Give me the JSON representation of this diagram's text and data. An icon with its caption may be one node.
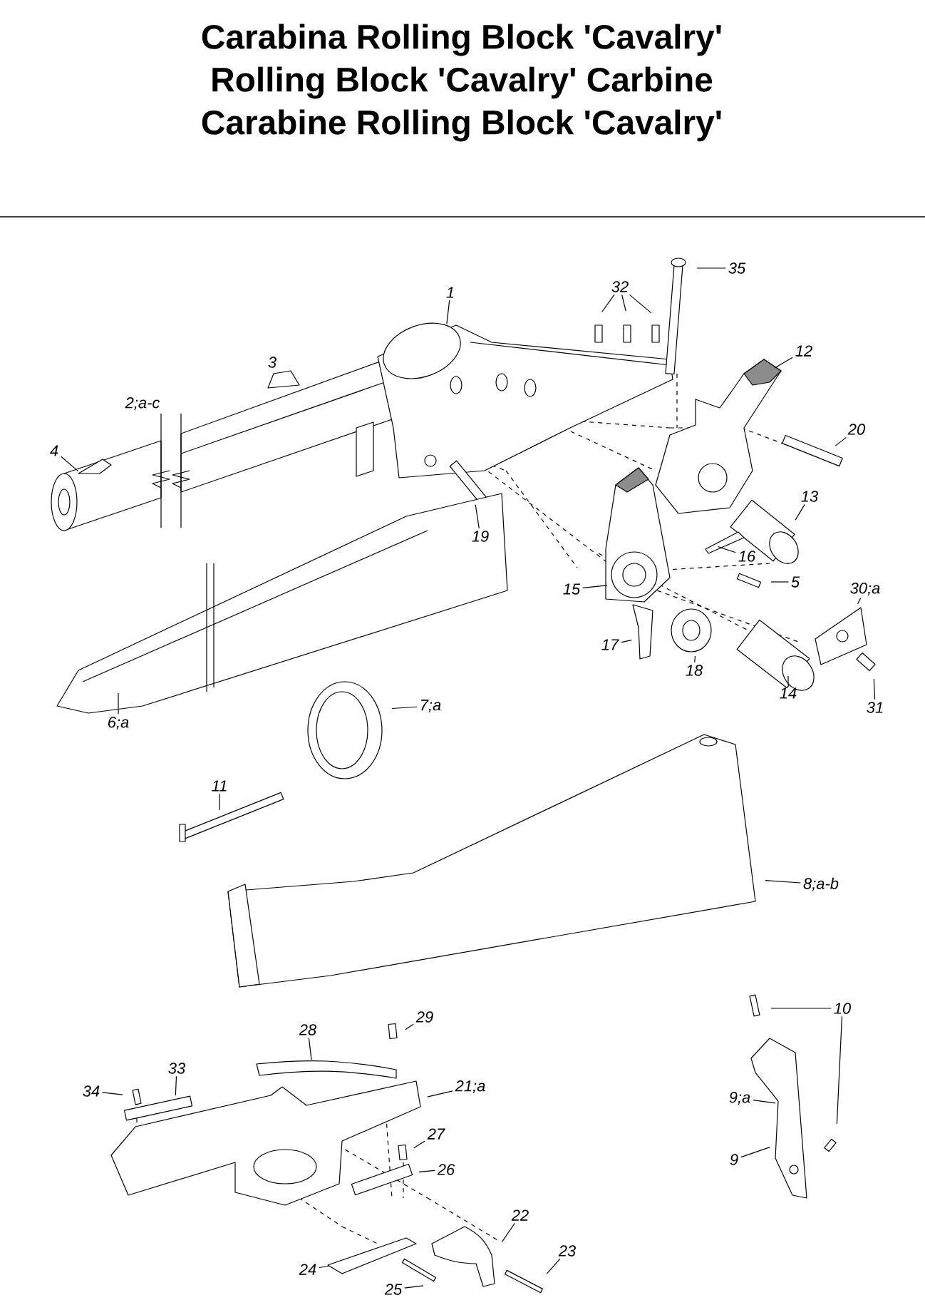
{
  "diagram": {
    "title": "Carabina Rolling Block 'Cavalry'",
    "nodes": [
      {
        "text": [
          "35"
        ]
      },
      {
        "text": [
          "32"
        ]
      },
      {
        "text": [
          "1"
        ]
      },
      {
        "text": [
          "12"
        ]
      },
      {
        "text": [
          "20"
        ]
      },
      {
        "text": [
          "4"
        ]
      },
      {
        "text": [
          "13"
        ]
      },
      {
        "text": [
          "19"
        ]
      },
      {
        "text": [
          "16"
        ]
      },
      {
        "text": [
          "5"
        ]
      },
      {
        "text": [
          "15"
        ]
      },
      {
        "text": [
          "30;a"
        ]
      },
      {
        "text": [
          "17"
        ]
      },
      {
        "text": [
          "18"
        ]
      },
      {
        "text": [
          "14"
        ]
      },
      {
        "text": [
          "31"
        ]
      },
      {
        "text": [
          "6;a"
        ]
      },
      {
        "text": [
          "7;a"
        ]
      },
      {
        "text": [
          "11"
        ]
      },
      {
        "text": [
          "8;a-b"
        ]
      },
      {
        "text": [
          "10"
        ]
      },
      {
        "text": [
          "29"
        ]
      },
      {
        "text": [
          "28"
        ]
      },
      {
        "text": [
          "33"
        ]
      },
      {
        "text": [
          "34"
        ]
      },
      {
        "text": [
          "21;a"
        ]
      },
      {
        "text": [
          "9;a"
        ]
      },
      {
        "text": [
          "27"
        ]
      },
      {
        "text": [
          "9"
        ]
      },
      {
        "text": [
          "26"
        ]
      },
      {
        "text": [
          "22"
        ]
      },
      {
        "text": [
          "23"
        ]
      },
      {
        "text": [
          "24"
        ]
      },
      {
        "text": [
          "25"
        ]
      }
    ],
    "edges": [
      {
        "from": 0,
        "to": null,
        "arrow": "none"
      },
      {
        "from": 1,
        "to": null,
        "arrow": "none"
      },
      {
        "from": 1,
        "to": null,
        "arrow": "none"
      },
      {
        "from": 1,
        "to": null,
        "arrow": "none"
      },
      {
        "from": 2,
        "to": null,
        "arrow": "none"
      },
      {
        "from": 3,
        "to": null,
        "arrow": "none"
      },
      {
        "from": 4,
        "to": null,
        "arrow": "none"
      },
      {
        "from": 5,
        "to": null,
        "arrow": "none"
      },
      {
        "from": 6,
        "to": null,
        "arrow": "none"
      },
      {
        "from": 7,
        "to": null,
        "arrow": "none"
      },
      {
        "from": 8,
        "to": null,
        "arrow": "none"
      },
      {
        "from": 9,
        "to": null,
        "arrow": "none"
      },
      {
        "from": 10,
        "to": null,
        "arrow": "none"
      },
      {
        "from": 11,
        "to": null,
        "arrow": "none"
      },
      {
        "from": 12,
        "to": null,
        "arrow": "none"
      },
      {
        "from": 13,
        "to": null,
        "arrow": "none"
      },
      {
        "from": 14,
        "to": null,
        "arrow": "none"
      },
      {
        "from": 15,
        "to": null,
        "arrow": "none"
      },
      {
        "from": 16,
        "to": null,
        "arrow": "none"
      },
      {
        "from": 17,
        "to": null,
        "arrow": "none"
      },
      {
        "from": 18,
        "to": null,
        "arrow": "none"
      },
      {
        "from": 19,
        "to": null,
        "arrow": "none"
      },
      {
        "from": 20,
        "to": null,
        "arrow": "none"
      },
      {
        "from": 20,
        "to": null,
        "arrow": "none"
      },
      {
        "from": 21,
        "to": null,
        "arrow": "none"
      },
      {
        "from": 22,
        "to": null,
        "arrow": "none"
      },
      {
        "from": 23,
        "to": null,
        "arrow": "none"
      },
      {
        "from": 24,
        "to": null,
        "arrow": "none"
      },
      {
        "from": 25,
        "to": null,
        "arrow": "none"
      },
      {
        "from": 26,
        "to": null,
        "arrow": "none"
      },
      {
        "from": 27,
        "to": null,
        "arrow": "none"
      },
      {
        "from": 28,
        "to": null,
        "arrow": "none"
      },
      {
        "from": 29,
        "to": null,
        "arrow": "none"
      },
      {
        "from": 30,
        "to": null,
        "arrow": "none"
      },
      {
        "from": 31,
        "to": null,
        "arrow": "none"
      },
      {
        "from": 32,
        "to": null,
        "arrow": "none"
      },
      {
        "from": 33,
        "to": null,
        "arrow": "none"
      }
    ],
    "labels": [
      "Rolling Block 'Cavalry' Carbine",
      "Carabine Rolling Block 'Cavalry'",
      "3",
      "2;a-c"
    ]
  }
}
